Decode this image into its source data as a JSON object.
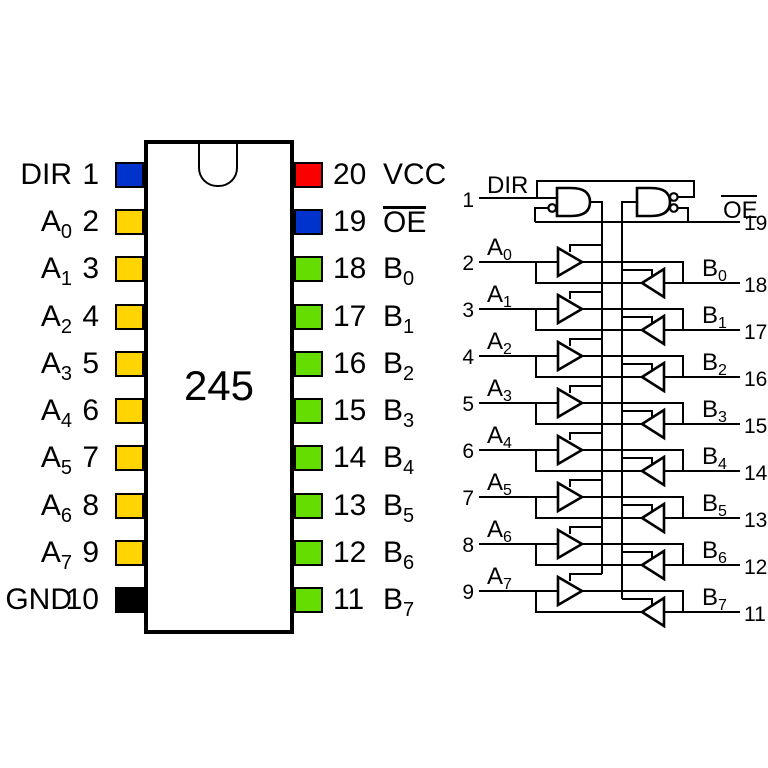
{
  "pinout": {
    "chip_label": "245",
    "left_pins": [
      {
        "num": "1",
        "base": "DIR",
        "sub": "",
        "color": "#0033cc",
        "overline": false
      },
      {
        "num": "2",
        "base": "A",
        "sub": "0",
        "color": "#ffd400",
        "overline": false
      },
      {
        "num": "3",
        "base": "A",
        "sub": "1",
        "color": "#ffd400",
        "overline": false
      },
      {
        "num": "4",
        "base": "A",
        "sub": "2",
        "color": "#ffd400",
        "overline": false
      },
      {
        "num": "5",
        "base": "A",
        "sub": "3",
        "color": "#ffd400",
        "overline": false
      },
      {
        "num": "6",
        "base": "A",
        "sub": "4",
        "color": "#ffd400",
        "overline": false
      },
      {
        "num": "7",
        "base": "A",
        "sub": "5",
        "color": "#ffd400",
        "overline": false
      },
      {
        "num": "8",
        "base": "A",
        "sub": "6",
        "color": "#ffd400",
        "overline": false
      },
      {
        "num": "9",
        "base": "A",
        "sub": "7",
        "color": "#ffd400",
        "overline": false
      },
      {
        "num": "10",
        "base": "GND",
        "sub": "",
        "color": "#000000",
        "overline": false
      }
    ],
    "right_pins": [
      {
        "num": "20",
        "base": "VCC",
        "sub": "",
        "color": "#fa0000",
        "overline": false
      },
      {
        "num": "19",
        "base": "OE",
        "sub": "",
        "color": "#0033cc",
        "overline": true
      },
      {
        "num": "18",
        "base": "B",
        "sub": "0",
        "color": "#66dd00",
        "overline": false
      },
      {
        "num": "17",
        "base": "B",
        "sub": "1",
        "color": "#66dd00",
        "overline": false
      },
      {
        "num": "16",
        "base": "B",
        "sub": "2",
        "color": "#66dd00",
        "overline": false
      },
      {
        "num": "15",
        "base": "B",
        "sub": "3",
        "color": "#66dd00",
        "overline": false
      },
      {
        "num": "14",
        "base": "B",
        "sub": "4",
        "color": "#66dd00",
        "overline": false
      },
      {
        "num": "13",
        "base": "B",
        "sub": "5",
        "color": "#66dd00",
        "overline": false
      },
      {
        "num": "12",
        "base": "B",
        "sub": "6",
        "color": "#66dd00",
        "overline": false
      },
      {
        "num": "11",
        "base": "B",
        "sub": "7",
        "color": "#66dd00",
        "overline": false
      }
    ]
  },
  "logic_diagram": {
    "dir": {
      "pin": "1",
      "label": "DIR"
    },
    "oe": {
      "pin": "19",
      "label": "OE",
      "overline": true
    },
    "channels": [
      {
        "a_pin": "2",
        "a_base": "A",
        "a_sub": "0",
        "b_pin": "18",
        "b_base": "B",
        "b_sub": "0"
      },
      {
        "a_pin": "3",
        "a_base": "A",
        "a_sub": "1",
        "b_pin": "17",
        "b_base": "B",
        "b_sub": "1"
      },
      {
        "a_pin": "4",
        "a_base": "A",
        "a_sub": "2",
        "b_pin": "16",
        "b_base": "B",
        "b_sub": "2"
      },
      {
        "a_pin": "5",
        "a_base": "A",
        "a_sub": "3",
        "b_pin": "15",
        "b_base": "B",
        "b_sub": "3"
      },
      {
        "a_pin": "6",
        "a_base": "A",
        "a_sub": "4",
        "b_pin": "14",
        "b_base": "B",
        "b_sub": "4"
      },
      {
        "a_pin": "7",
        "a_base": "A",
        "a_sub": "5",
        "b_pin": "13",
        "b_base": "B",
        "b_sub": "5"
      },
      {
        "a_pin": "8",
        "a_base": "A",
        "a_sub": "6",
        "b_pin": "12",
        "b_base": "B",
        "b_sub": "6"
      },
      {
        "a_pin": "9",
        "a_base": "A",
        "a_sub": "7",
        "b_pin": "11",
        "b_base": "B",
        "b_sub": "7"
      }
    ]
  },
  "colors": {
    "pin_blue": "#0033cc",
    "pin_yellow": "#ffd400",
    "pin_green": "#66dd00",
    "pin_red": "#fa0000",
    "pin_black": "#000000",
    "line": "#000000"
  }
}
